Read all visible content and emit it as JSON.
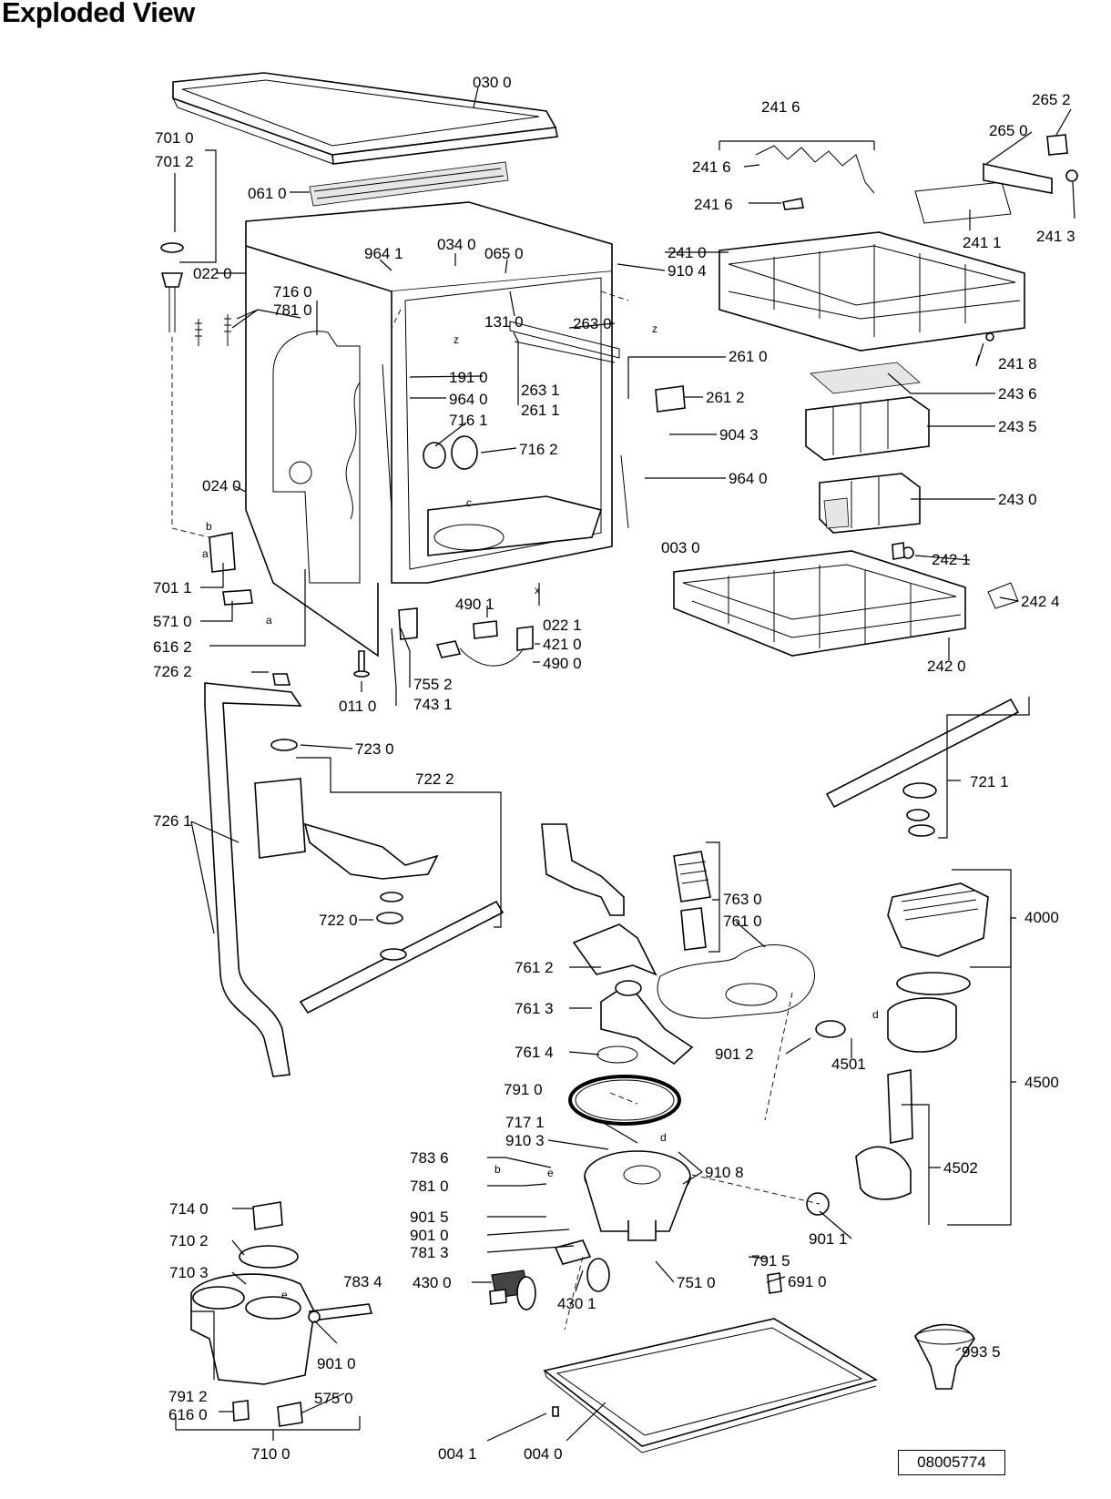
{
  "page": {
    "title": "Exploded View",
    "reference_number": "08005774"
  },
  "sub_labels": [
    "a",
    "a",
    "b",
    "c",
    "d",
    "d",
    "e",
    "e",
    "b",
    "x",
    "z",
    "z"
  ],
  "parts": [
    {
      "id": "030",
      "label": "030 0"
    },
    {
      "id": "0701-0",
      "label": "701 0"
    },
    {
      "id": "0701-2",
      "label": "701 2"
    },
    {
      "id": "061",
      "label": "061 0"
    },
    {
      "id": "022",
      "label": "022 0"
    },
    {
      "id": "034",
      "label": "034 0"
    },
    {
      "id": "065",
      "label": "065 0"
    },
    {
      "id": "9641-a",
      "label": "964 1"
    },
    {
      "id": "716",
      "label": "716 0"
    },
    {
      "id": "781-a",
      "label": "781 0"
    },
    {
      "id": "1310",
      "label": "131 0"
    },
    {
      "id": "1910",
      "label": "191 0"
    },
    {
      "id": "9640-a",
      "label": "964 0"
    },
    {
      "id": "7161",
      "label": "716 1"
    },
    {
      "id": "7162",
      "label": "716 2"
    },
    {
      "id": "0240",
      "label": "024 0"
    },
    {
      "id": "7011",
      "label": "701 1"
    },
    {
      "id": "5710",
      "label": "571 0"
    },
    {
      "id": "6162",
      "label": "616 2"
    },
    {
      "id": "4901",
      "label": "490 1"
    },
    {
      "id": "0221",
      "label": "022 1"
    },
    {
      "id": "4210",
      "label": "421 0"
    },
    {
      "id": "4900",
      "label": "490 0"
    },
    {
      "id": "7552",
      "label": "755 2"
    },
    {
      "id": "7431",
      "label": "743 1"
    },
    {
      "id": "0110",
      "label": "011 0"
    },
    {
      "id": "2416-top",
      "label": "241 6"
    },
    {
      "id": "2416-b",
      "label": "241 6"
    },
    {
      "id": "2416-c",
      "label": "241 6"
    },
    {
      "id": "2652",
      "label": "265 2"
    },
    {
      "id": "2650",
      "label": "265 0"
    },
    {
      "id": "2411",
      "label": "241 1"
    },
    {
      "id": "2413",
      "label": "241 3"
    },
    {
      "id": "2410",
      "label": "241 0"
    },
    {
      "id": "9104",
      "label": "910 4"
    },
    {
      "id": "2630",
      "label": "263 0"
    },
    {
      "id": "2610",
      "label": "261 0"
    },
    {
      "id": "2418",
      "label": "241 8"
    },
    {
      "id": "2631",
      "label": "263 1"
    },
    {
      "id": "2611",
      "label": "261 1"
    },
    {
      "id": "2612",
      "label": "261 2"
    },
    {
      "id": "2436",
      "label": "243 6"
    },
    {
      "id": "2435",
      "label": "243 5"
    },
    {
      "id": "9043",
      "label": "904 3"
    },
    {
      "id": "9640-b",
      "label": "964 0"
    },
    {
      "id": "2430",
      "label": "243 0"
    },
    {
      "id": "0030",
      "label": "003 0"
    },
    {
      "id": "2421",
      "label": "242 1"
    },
    {
      "id": "2424",
      "label": "242 4"
    },
    {
      "id": "2420",
      "label": "242 0"
    },
    {
      "id": "7262",
      "label": "726 2"
    },
    {
      "id": "7230",
      "label": "723 0"
    },
    {
      "id": "7222",
      "label": "722 2"
    },
    {
      "id": "7261",
      "label": "726 1"
    },
    {
      "id": "7220",
      "label": "722 0"
    },
    {
      "id": "7211",
      "label": "721 1"
    },
    {
      "id": "7630",
      "label": "763 0"
    },
    {
      "id": "7610",
      "label": "761 0"
    },
    {
      "id": "4000",
      "label": "4000"
    },
    {
      "id": "7612",
      "label": "761 2"
    },
    {
      "id": "7613",
      "label": "761 3"
    },
    {
      "id": "7614",
      "label": "761 4"
    },
    {
      "id": "9012",
      "label": "901 2"
    },
    {
      "id": "4501",
      "label": "4501"
    },
    {
      "id": "4500",
      "label": "4500"
    },
    {
      "id": "7910",
      "label": "791 0"
    },
    {
      "id": "7171",
      "label": "717 1"
    },
    {
      "id": "9103",
      "label": "910 3"
    },
    {
      "id": "9108",
      "label": "910 8"
    },
    {
      "id": "7836",
      "label": "783 6"
    },
    {
      "id": "7810-b",
      "label": "781 0"
    },
    {
      "id": "4502",
      "label": "4502"
    },
    {
      "id": "9015",
      "label": "901 5"
    },
    {
      "id": "9010-a",
      "label": "901 0"
    },
    {
      "id": "7813",
      "label": "781 3"
    },
    {
      "id": "9011",
      "label": "901 1"
    },
    {
      "id": "7140",
      "label": "714 0"
    },
    {
      "id": "7102",
      "label": "710 2"
    },
    {
      "id": "7103",
      "label": "710 3"
    },
    {
      "id": "7834",
      "label": "783 4"
    },
    {
      "id": "4300",
      "label": "430 0"
    },
    {
      "id": "7510",
      "label": "751 0"
    },
    {
      "id": "7915",
      "label": "791 5"
    },
    {
      "id": "6910",
      "label": "691 0"
    },
    {
      "id": "4301",
      "label": "430 1"
    },
    {
      "id": "9010-b",
      "label": "901 0"
    },
    {
      "id": "7912",
      "label": "791 2"
    },
    {
      "id": "5750",
      "label": "575 0"
    },
    {
      "id": "6160",
      "label": "616 0"
    },
    {
      "id": "9935",
      "label": "993 5"
    },
    {
      "id": "7100",
      "label": "710 0"
    },
    {
      "id": "0041",
      "label": "004 1"
    },
    {
      "id": "0040",
      "label": "004 0"
    }
  ]
}
